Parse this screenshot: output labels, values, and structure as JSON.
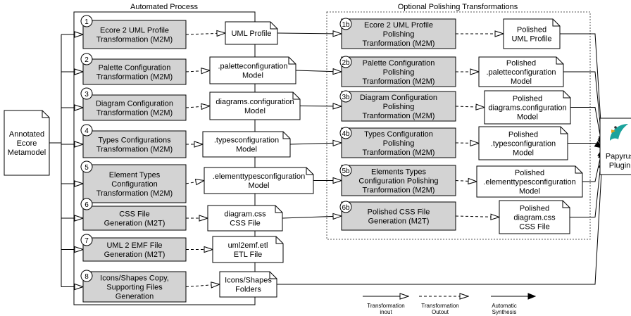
{
  "panels": {
    "automated": "Automated Process",
    "optional": "Optional Polishing Transformations"
  },
  "input": {
    "lines": [
      "Annotated",
      "Ecore",
      "Metamodel"
    ]
  },
  "output": {
    "lines": [
      "Papyrus",
      "Plugin"
    ]
  },
  "steps": [
    {
      "id": "1",
      "lines": [
        "Ecore 2 UML Profile",
        "Transformation (M2M)"
      ],
      "artifact": [
        "UML Profile"
      ],
      "polish": {
        "id": "1b",
        "lines": [
          "Ecore 2 UML Profile",
          "Polishing",
          "Tranformation (M2M)"
        ],
        "artifact": [
          "Polished",
          "UML Profile"
        ]
      }
    },
    {
      "id": "2",
      "lines": [
        "Palette Configuration",
        "Transformation (M2M)"
      ],
      "artifact": [
        ".paletteconfiguration",
        "Model"
      ],
      "polish": {
        "id": "2b",
        "lines": [
          "Palette Configuration",
          "Polishing",
          "Tranformation (M2M)"
        ],
        "artifact": [
          "Polished",
          ".paletteconfiguration",
          "Model"
        ]
      }
    },
    {
      "id": "3",
      "lines": [
        "Diagram Configuration",
        "Transformation (M2M)"
      ],
      "artifact": [
        "diagrams.configuration",
        "Model"
      ],
      "polish": {
        "id": "3b",
        "lines": [
          "Diagram Configuration",
          "Polishing",
          "Tranformation (M2M)"
        ],
        "artifact": [
          "Polished",
          "diagrams.configuration",
          "Model"
        ]
      }
    },
    {
      "id": "4",
      "lines": [
        "Types Configurations",
        "Transformation (M2M)"
      ],
      "artifact": [
        ".typesconfiguration",
        "Model"
      ],
      "polish": {
        "id": "4b",
        "lines": [
          "Types Configuration",
          "Polishing",
          "Tranformation (M2M)"
        ],
        "artifact": [
          "Polished",
          ".typesconfiguration",
          "Model"
        ]
      }
    },
    {
      "id": "5",
      "lines": [
        "Element Types",
        "Configuration",
        "Transformation (M2M)"
      ],
      "artifact": [
        ".elementtypesconfiguration",
        "Model"
      ],
      "polish": {
        "id": "5b",
        "lines": [
          "Elements Types",
          "Configuration Polishing",
          "Tranformation (M2M)"
        ],
        "artifact": [
          "Polished",
          ".elementtypesconfiguration",
          "Model"
        ]
      }
    },
    {
      "id": "6",
      "lines": [
        "CSS File",
        "Generation (M2T)"
      ],
      "artifact": [
        "diagram.css",
        "CSS File"
      ],
      "polish": {
        "id": "6b",
        "lines": [
          "Polished CSS File",
          "Generation (M2T)"
        ],
        "artifact": [
          "Polished",
          "diagram.css",
          "CSS File"
        ]
      }
    },
    {
      "id": "7",
      "lines": [
        "UML 2 EMF File",
        "Generation (M2T)"
      ],
      "artifact": [
        "uml2emf.etl",
        "ETL File"
      ],
      "polish": null
    },
    {
      "id": "8",
      "lines": [
        "Icons/Shapes Copy,",
        "Supporting Files",
        "Generation"
      ],
      "artifact": [
        "Icons/Shapes",
        "Folders"
      ],
      "polish": null
    }
  ],
  "legend": [
    {
      "kind": "input",
      "lines": [
        "Transformation",
        "inout"
      ]
    },
    {
      "kind": "output",
      "lines": [
        "Transformation",
        "Outout"
      ]
    },
    {
      "kind": "synthesis",
      "lines": [
        "Automatic",
        "Synthesis"
      ]
    }
  ]
}
